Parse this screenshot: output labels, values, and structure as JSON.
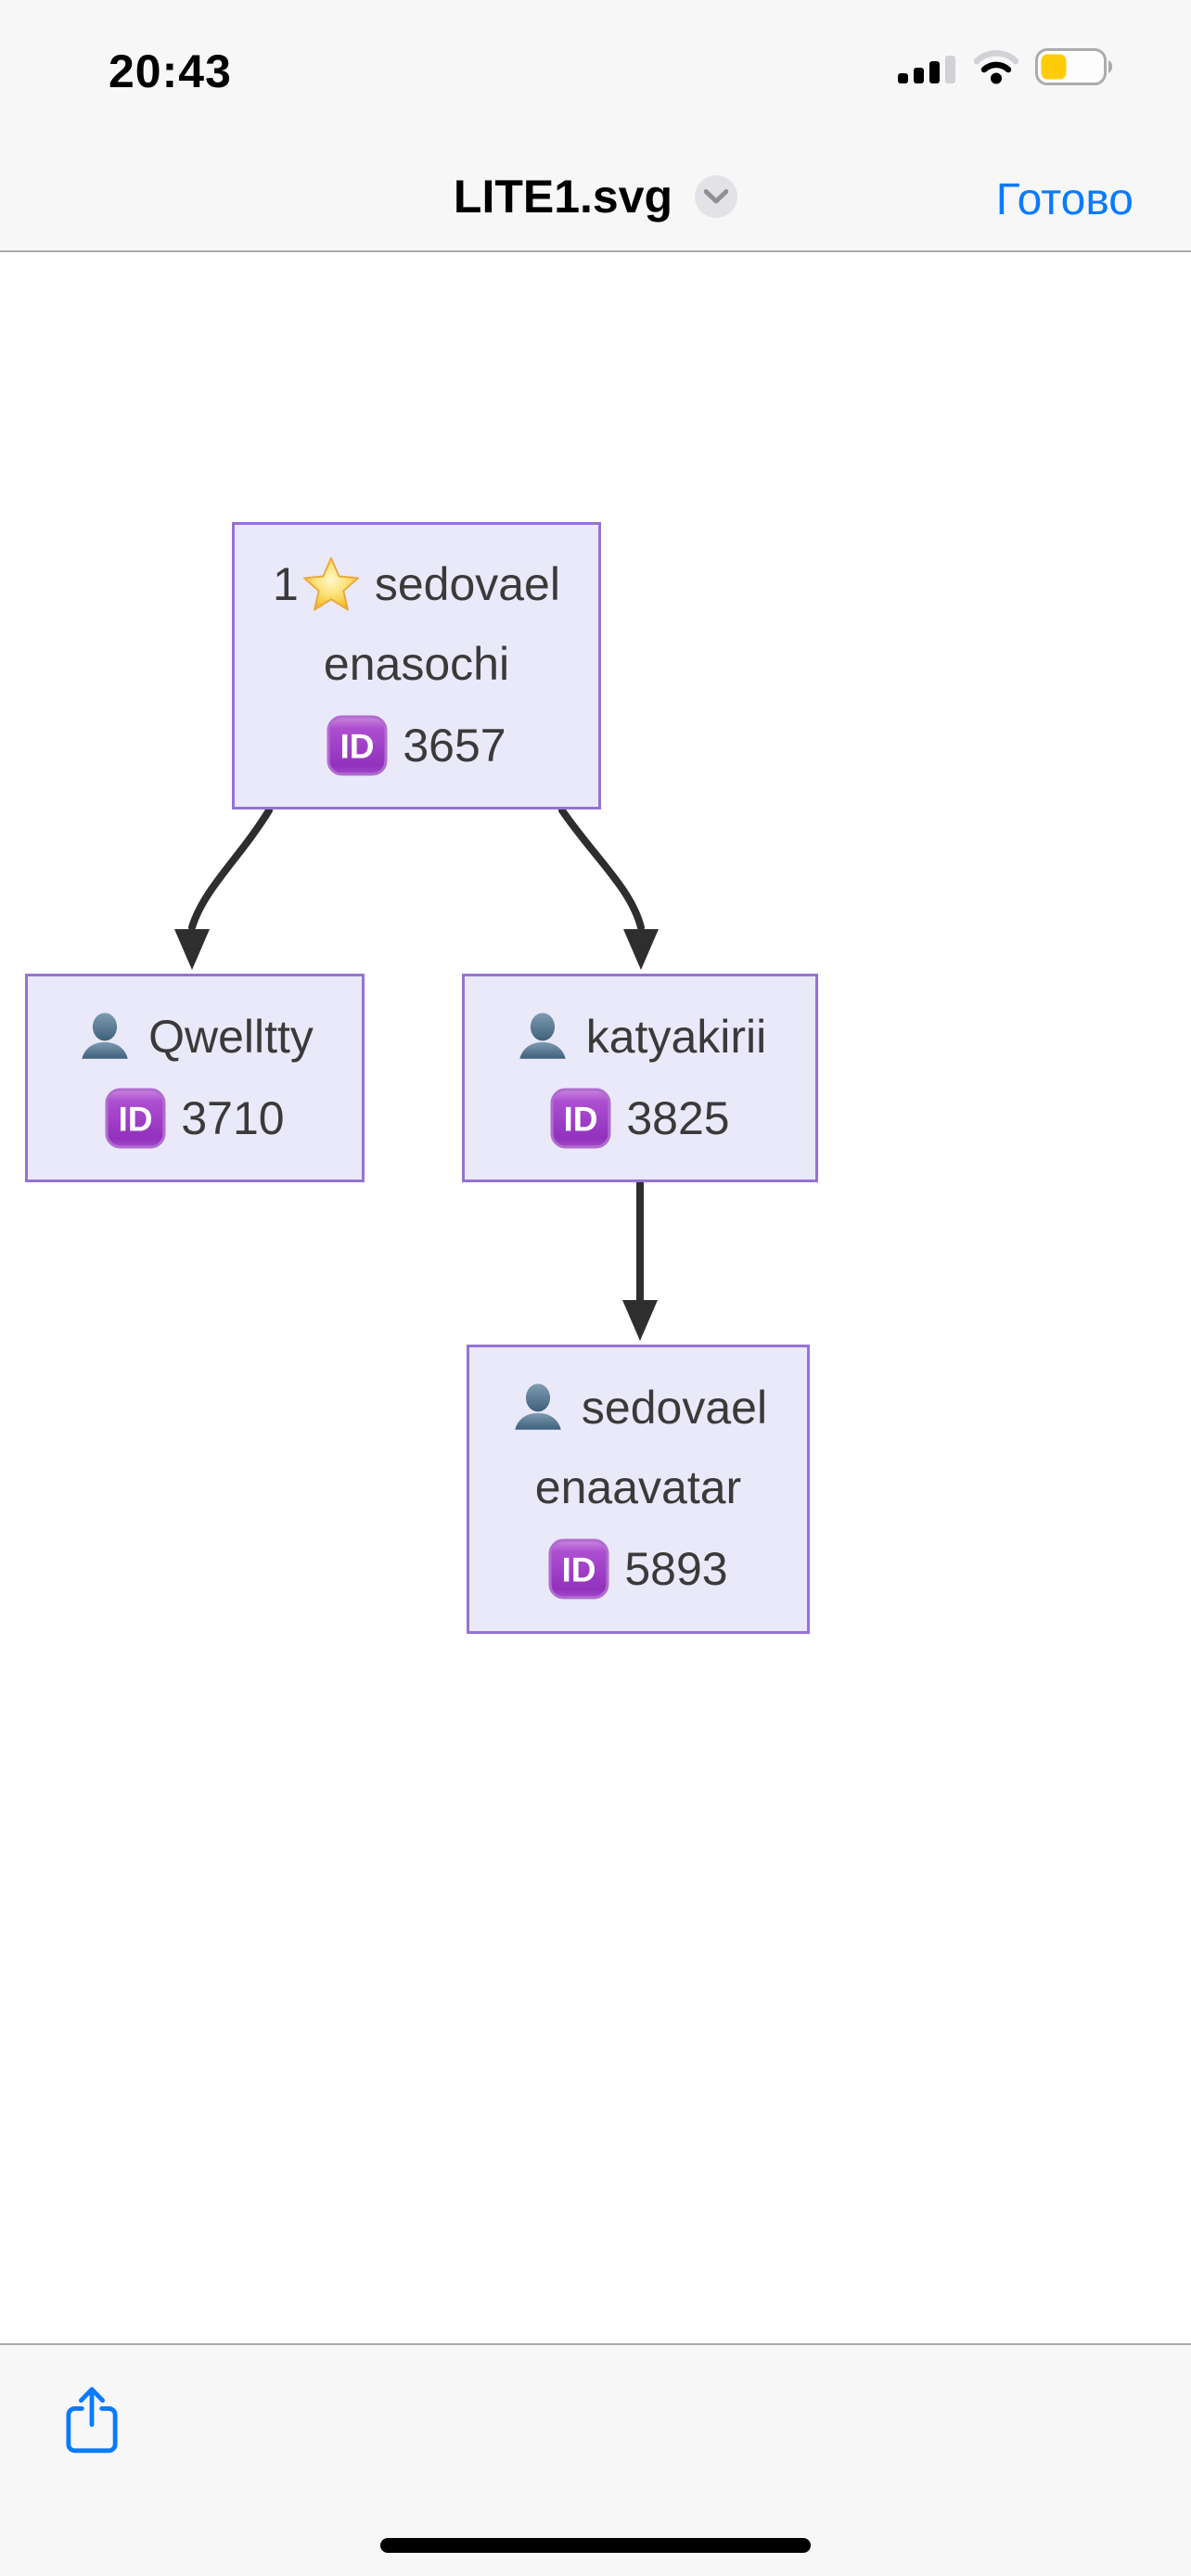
{
  "status_bar": {
    "time": "20:43",
    "signal_icon": "cellular-signal-3-of-4-bars",
    "wifi_icon": "wifi-medium-strength",
    "battery_icon": "battery-low-power-yellow-about-38-percent"
  },
  "nav_bar": {
    "title": "LITE1.svg",
    "chevron_icon": "chevron-down-in-gray-circle",
    "done_label": "Готово"
  },
  "diagram": {
    "type": "tree",
    "nodes": [
      {
        "rank_prefix": "1",
        "rank_icon": "star-emoji",
        "name": "sedovael",
        "name2": "enasochi",
        "id_icon": "id-badge-emoji",
        "id": "3657"
      },
      {
        "person_icon": "bust-silhouette-emoji",
        "name": "Qwelltty",
        "id_icon": "id-badge-emoji",
        "id": "3710"
      },
      {
        "person_icon": "bust-silhouette-emoji",
        "name": "katyakirii",
        "id_icon": "id-badge-emoji",
        "id": "3825"
      },
      {
        "person_icon": "bust-silhouette-emoji",
        "name": "sedovael",
        "name2": "enaavatar",
        "id_icon": "id-badge-emoji",
        "id": "5893"
      }
    ],
    "edges": [
      {
        "from": "3657",
        "to": "3710"
      },
      {
        "from": "3657",
        "to": "3825"
      },
      {
        "from": "3825",
        "to": "5893"
      }
    ]
  },
  "id_badge_text": "ID",
  "toolbar": {
    "share_icon": "share-arrow-up",
    "home_indicator": "home-indicator-bar"
  },
  "colors": {
    "accent_blue": "#0A7AFF",
    "node_fill": "#EAE9F9",
    "node_border": "#9473D4",
    "edge": "#2E2E2E",
    "battery_yellow": "#FFCC0A",
    "chrome_bg": "#F7F7F7"
  }
}
